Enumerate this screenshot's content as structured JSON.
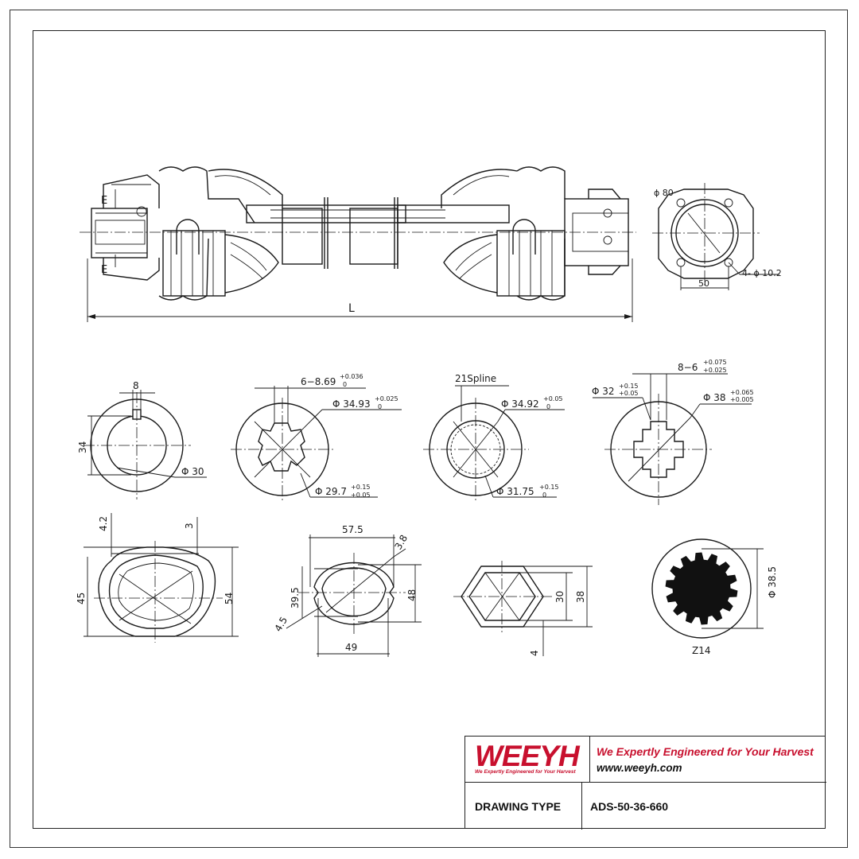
{
  "shaft": {
    "length_label": "L",
    "section_marks": [
      "E",
      "E"
    ]
  },
  "flange": {
    "bolt_circle": "ϕ 80",
    "holes": "4- ϕ 10.2",
    "spacing": "50"
  },
  "profiles": {
    "keyed_bore": {
      "key_width": "8",
      "depth": "34",
      "diameter": "Φ 30"
    },
    "spline_6": {
      "spec": "6−8.69",
      "spec_tol_upper": "+0.036",
      "spec_tol_lower": "0",
      "outer": "Φ 34.93",
      "outer_tol_upper": "+0.025",
      "outer_tol_lower": "0",
      "inner": "Φ 29.7",
      "inner_tol_upper": "+0.15",
      "inner_tol_lower": "+0.05"
    },
    "spline_21": {
      "label": "21Spline",
      "outer": "Φ 34.92",
      "outer_tol_upper": "+0.05",
      "outer_tol_lower": "0",
      "inner": "Φ 31.75",
      "inner_tol_upper": "+0.15",
      "inner_tol_lower": "0"
    },
    "spline_8": {
      "spec": "8−6",
      "spec_tol_upper": "+0.075",
      "spec_tol_lower": "+0.025",
      "inner": "Φ 32",
      "inner_tol_upper": "+0.15",
      "inner_tol_lower": "+0.05",
      "outer": "Φ 38",
      "outer_tol_upper": "+0.065",
      "outer_tol_lower": "+0.005"
    },
    "triangle_tube": {
      "top_left": "4.2",
      "top_right": "3",
      "inner_height": "45",
      "outer_height": "54"
    },
    "lemon_tube": {
      "top_width": "57.5",
      "corner": "3.8",
      "inner_height": "39.5",
      "wall": "4.5",
      "outer_height": "48",
      "bottom_width": "49"
    },
    "hex_tube": {
      "inner": "30",
      "outer": "38",
      "wall": "4"
    },
    "spline_z14": {
      "diameter": "Φ 38.5",
      "teeth": "Z14"
    }
  },
  "title_block": {
    "logo": "WEEYH",
    "logo_tagline": "We Expertly Engineered for Your Harvest",
    "slogan": "We Expertly Engineered for Your Harvest",
    "website": "www.weeyh.com",
    "drawing_type_label": "DRAWING TYPE",
    "drawing_type_value": "ADS-50-36-660"
  },
  "colors": {
    "brand_red": "#c8102e",
    "line": "#1a1a1a"
  }
}
